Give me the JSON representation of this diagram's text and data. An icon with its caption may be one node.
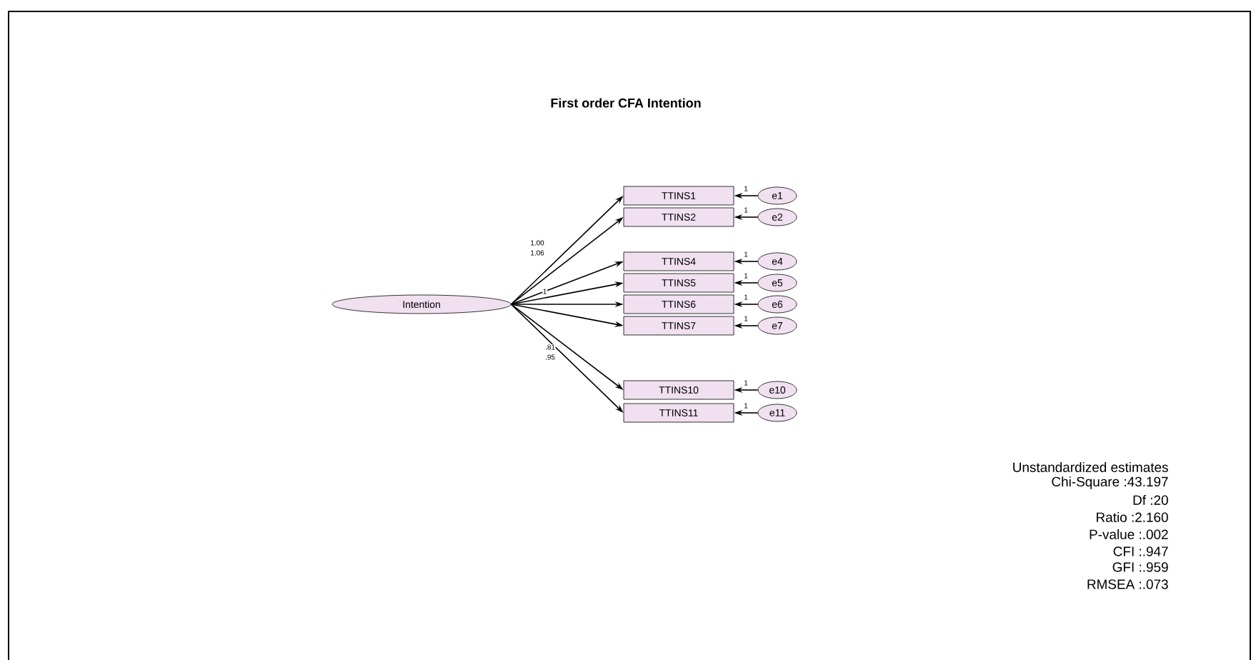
{
  "diagram": {
    "title": "First order CFA Intention",
    "nodes": [
      {
        "text": [
          "Intention"
        ]
      },
      {
        "text": [
          "TTINS1"
        ]
      },
      {
        "text": [
          "TTINS2"
        ]
      },
      {
        "text": [
          "TTINS4"
        ]
      },
      {
        "text": [
          "TTINS5"
        ]
      },
      {
        "text": [
          "TTINS6"
        ]
      },
      {
        "text": [
          "TTINS7"
        ]
      },
      {
        "text": [
          "TTINS10"
        ]
      },
      {
        "text": [
          "TTINS11"
        ]
      },
      {
        "text": [
          "e1"
        ]
      },
      {
        "text": [
          "e2"
        ]
      },
      {
        "text": [
          "e4"
        ]
      },
      {
        "text": [
          "e5"
        ]
      },
      {
        "text": [
          "e6"
        ]
      },
      {
        "text": [
          "e7"
        ]
      },
      {
        "text": [
          "e10"
        ]
      },
      {
        "text": [
          "e11"
        ]
      }
    ],
    "edges": [
      {
        "from": 0,
        "to": 1,
        "arrow": "to",
        "label": "1.00"
      },
      {
        "from": 0,
        "to": 2,
        "arrow": "to",
        "label": "1.06"
      },
      {
        "from": 0,
        "to": 3,
        "arrow": "to",
        "label": "1"
      },
      {
        "from": 0,
        "to": 4,
        "arrow": "to"
      },
      {
        "from": 0,
        "to": 5,
        "arrow": "to"
      },
      {
        "from": 0,
        "to": 6,
        "arrow": "to"
      },
      {
        "from": 0,
        "to": 7,
        "arrow": "to",
        "label": ".81"
      },
      {
        "from": 0,
        "to": 8,
        "arrow": "to",
        "label": ".95"
      },
      {
        "from": 9,
        "to": 1,
        "arrow": "to",
        "label": "1"
      },
      {
        "from": 10,
        "to": 2,
        "arrow": "to",
        "label": "1"
      },
      {
        "from": 11,
        "to": 3,
        "arrow": "to",
        "label": "1"
      },
      {
        "from": 12,
        "to": 4,
        "arrow": "to",
        "label": "1"
      },
      {
        "from": 13,
        "to": 5,
        "arrow": "to",
        "label": "1"
      },
      {
        "from": 14,
        "to": 6,
        "arrow": "to",
        "label": "1"
      },
      {
        "from": 15,
        "to": 7,
        "arrow": "to",
        "label": "1"
      },
      {
        "from": 16,
        "to": 8,
        "arrow": "to",
        "label": "1"
      }
    ],
    "labels": [
      "Unstandardized estimates",
      "Chi-Square :43.197",
      "Df :20",
      "Ratio :2.160",
      "P-value :.002",
      "CFI :.947",
      "GFI :.959",
      "RMSEA :.073"
    ]
  }
}
